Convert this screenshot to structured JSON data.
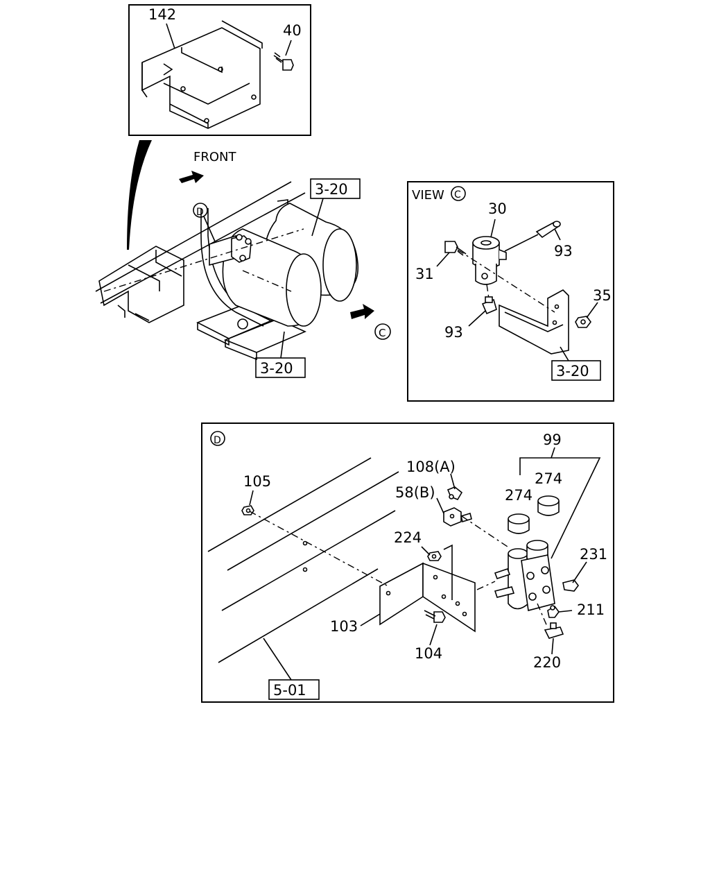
{
  "overview": {
    "front_label": "FRONT",
    "callout_top": "3-20",
    "callout_bottom": "3-20",
    "view_d_marker": "D",
    "view_c_marker": "C"
  },
  "inset_top": {
    "part_142": "142",
    "part_40": "40"
  },
  "view_c": {
    "title": "VIEW",
    "marker": "C",
    "part_30": "30",
    "part_93_upper": "93",
    "part_31": "31",
    "part_35": "35",
    "part_93_lower": "93",
    "callout": "3-20"
  },
  "view_d": {
    "marker": "D",
    "part_99": "99",
    "part_108": "108(A)",
    "part_274_right": "274",
    "part_58": "58(B)",
    "part_274_left": "274",
    "part_105": "105",
    "part_224": "224",
    "part_231": "231",
    "part_211": "211",
    "part_103": "103",
    "part_104": "104",
    "part_220": "220",
    "callout": "5-01"
  }
}
